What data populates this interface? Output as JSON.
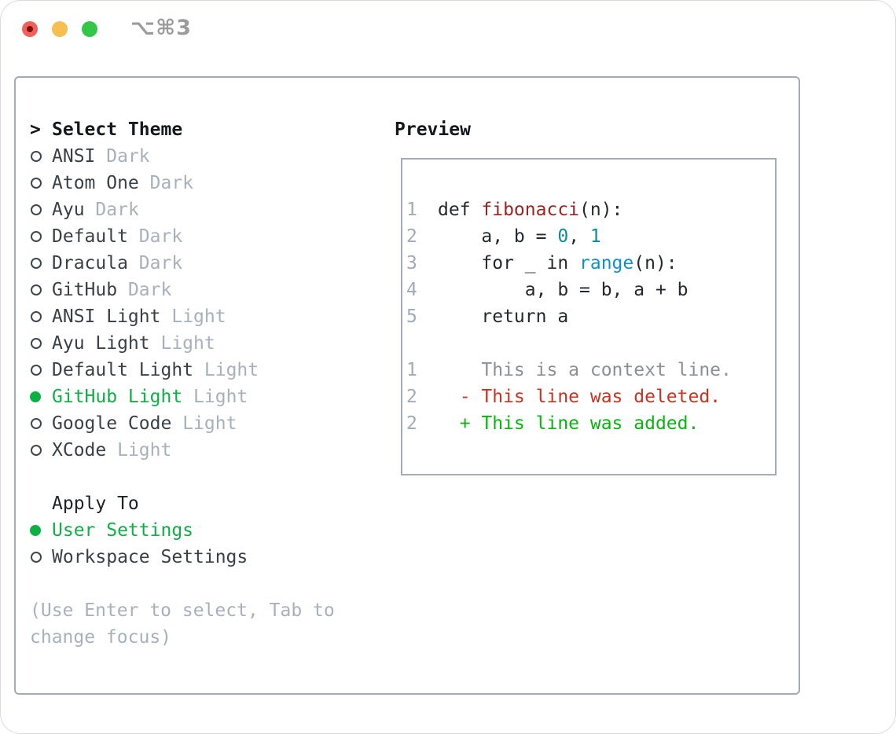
{
  "window": {
    "title": "⌥⌘3",
    "traffic_lights": [
      {
        "icon": "close-button",
        "color": "#f2605c"
      },
      {
        "icon": "minimize-button",
        "color": "#f6bf50"
      },
      {
        "icon": "zoom-button",
        "color": "#33c748"
      }
    ]
  },
  "theme_picker": {
    "prompt": ">",
    "title": "Select Theme",
    "items": [
      {
        "name": "ANSI",
        "variant": "Dark",
        "selected": false
      },
      {
        "name": "Atom One",
        "variant": "Dark",
        "selected": false
      },
      {
        "name": "Ayu",
        "variant": "Dark",
        "selected": false
      },
      {
        "name": "Default",
        "variant": "Dark",
        "selected": false
      },
      {
        "name": "Dracula",
        "variant": "Dark",
        "selected": false
      },
      {
        "name": "GitHub",
        "variant": "Dark",
        "selected": false
      },
      {
        "name": "ANSI Light",
        "variant": "Light",
        "selected": false
      },
      {
        "name": "Ayu Light",
        "variant": "Light",
        "selected": false
      },
      {
        "name": "Default Light",
        "variant": "Light",
        "selected": false
      },
      {
        "name": "GitHub Light",
        "variant": "Light",
        "selected": true
      },
      {
        "name": "Google Code",
        "variant": "Light",
        "selected": false
      },
      {
        "name": "XCode",
        "variant": "Light",
        "selected": false
      }
    ]
  },
  "apply_to": {
    "title": "Apply To",
    "options": [
      {
        "label": "User Settings",
        "selected": true
      },
      {
        "label": "Workspace Settings",
        "selected": false
      }
    ]
  },
  "help_text": "(Use Enter to select, Tab to change focus)",
  "preview": {
    "title": "Preview",
    "code_lines": [
      {
        "num": "1",
        "tokens": [
          {
            "t": "def ",
            "c": "plain"
          },
          {
            "t": "fibonacci",
            "c": "func"
          },
          {
            "t": "(n):",
            "c": "plain"
          }
        ]
      },
      {
        "num": "2",
        "tokens": [
          {
            "t": "    a, b = ",
            "c": "plain"
          },
          {
            "t": "0",
            "c": "number"
          },
          {
            "t": ", ",
            "c": "plain"
          },
          {
            "t": "1",
            "c": "number"
          }
        ]
      },
      {
        "num": "3",
        "tokens": [
          {
            "t": "    for _ in ",
            "c": "plain"
          },
          {
            "t": "range",
            "c": "builtin"
          },
          {
            "t": "(n):",
            "c": "plain"
          }
        ]
      },
      {
        "num": "4",
        "tokens": [
          {
            "t": "        a, b = b, a + b",
            "c": "plain"
          }
        ]
      },
      {
        "num": "5",
        "tokens": [
          {
            "t": "    return a",
            "c": "plain"
          }
        ]
      }
    ],
    "diff_lines": [
      {
        "num": "1",
        "content": "    This is a context line.",
        "kind": "context"
      },
      {
        "num": "2",
        "content": "  - This line was deleted.",
        "kind": "deleted"
      },
      {
        "num": "2",
        "content": "  + This line was added.",
        "kind": "added"
      }
    ]
  },
  "colors": {
    "selection_green": "#0cb144",
    "diff_added_green": "#06b70d",
    "diff_deleted_red": "#c93321",
    "diff_context_gray": "#8b9096",
    "syntax_function_red": "#992420",
    "syntax_number_teal": "#0a8f99",
    "syntax_builtin_blue": "#1090cc",
    "panel_border": "#a2acb6",
    "muted_text": "#a7b1bb"
  }
}
